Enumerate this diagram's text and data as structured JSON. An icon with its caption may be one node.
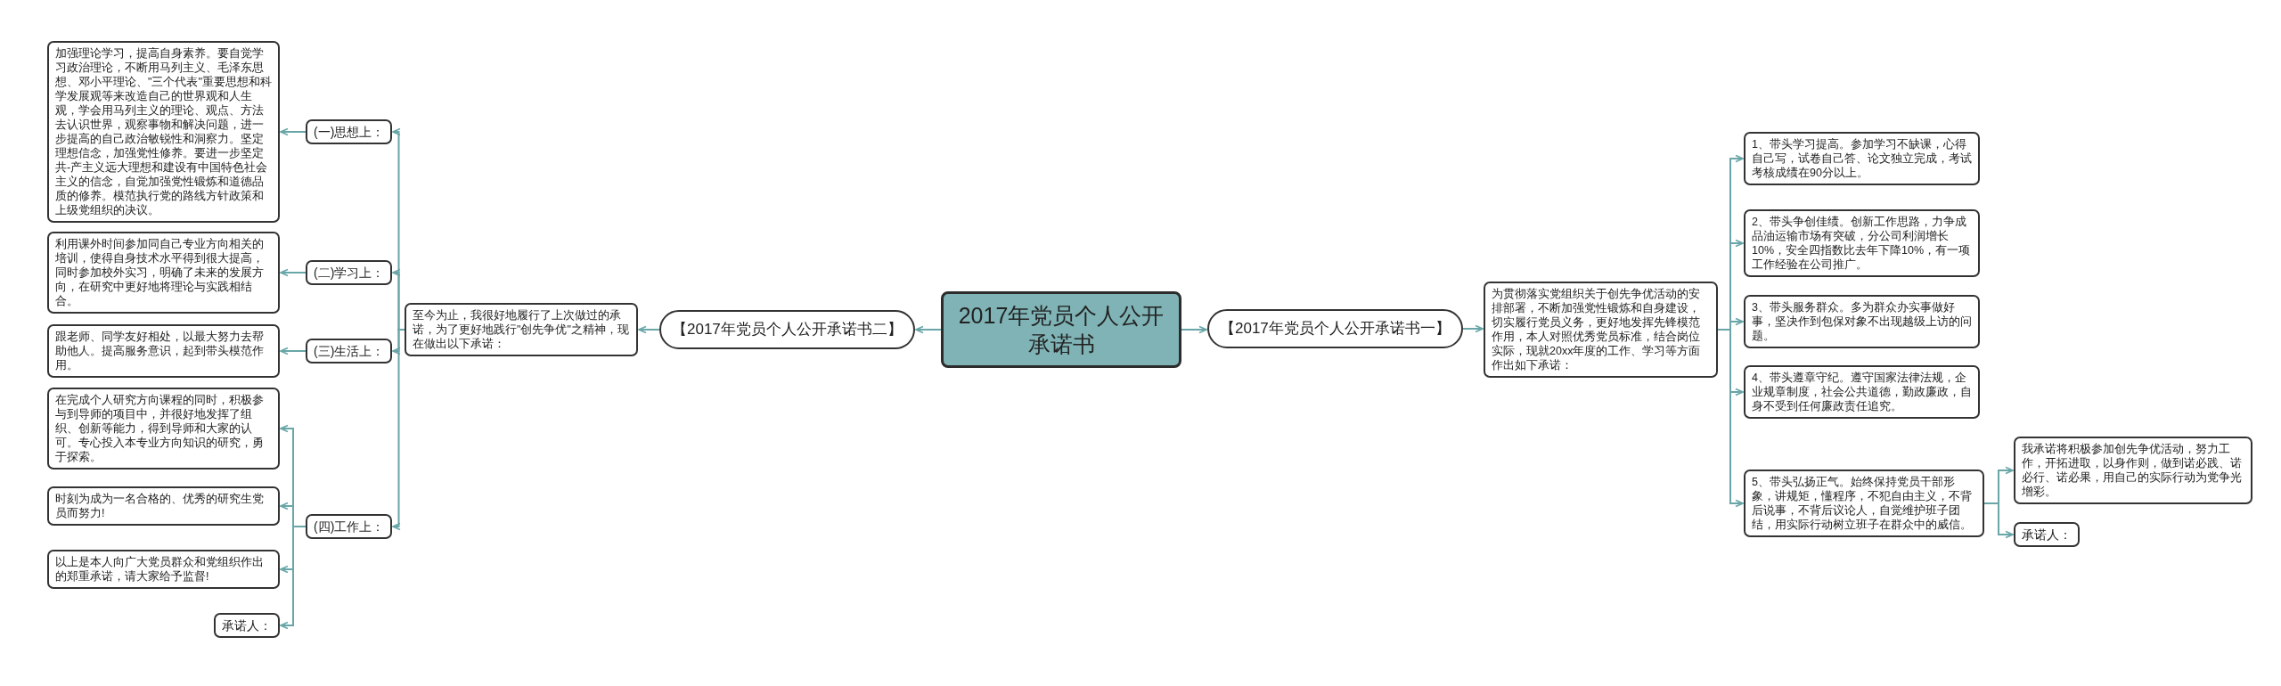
{
  "diagram": {
    "nodes": [
      {
        "text": [
          "2017年党员个人公开承诺书"
        ]
      },
      {
        "text": [
          "【2017年党员个人公开承诺书一】"
        ]
      },
      {
        "text": [
          "为贯彻落实党组织关于创先争优活动的安排部署，不断加强党性锻炼和自身建设，切实履行党员义务，更好地发挥先锋模范作用，本人对照优秀党员标准，结合岗位实际，现就20xx年度的工作、学习等方面作出如下承诺："
        ]
      },
      {
        "text": [
          "1、带头学习提高。参加学习不缺课，心得自己写，试卷自己答、论文独立完成，考试考核成绩在90分以上。"
        ]
      },
      {
        "text": [
          "2、带头争创佳绩。创新工作思路，力争成品油运输市场有突破，分公司利润增长10%，安全四指数比去年下降10%，有一项工作经验在公司推广。"
        ]
      },
      {
        "text": [
          "3、带头服务群众。多为群众办实事做好事，坚决作到包保对象不出现越级上访的问题。"
        ]
      },
      {
        "text": [
          "4、带头遵章守纪。遵守国家法律法规，企业规章制度，社会公共道德，勤政廉政，自身不受到任何廉政责任追究。"
        ]
      },
      {
        "text": [
          "5、带头弘扬正气。始终保持党员干部形象，讲规矩，懂程序，不犯自由主义，不背后说事，不背后议论人，自觉维护班子团结，用实际行动树立班子在群众中的威信。"
        ]
      },
      {
        "text": [
          "我承诺将积极参加创先争优活动，努力工作，开拓进取，以身作则，做到诺必践、诺必行、诺必果，用自己的实际行动为党争光增彩。"
        ]
      },
      {
        "text": [
          "承诺人："
        ]
      },
      {
        "text": [
          "【2017年党员个人公开承诺书二】"
        ]
      },
      {
        "text": [
          "至今为止，我很好地履行了上次做过的承诺，为了更好地践行\"创先争优\"之精神，现在做出以下承诺："
        ]
      },
      {
        "text": [
          "(一)思想上："
        ]
      },
      {
        "text": [
          "加强理论学习，提高自身素养。要自觉学习政治理论，不断用马列主义、毛泽东思想、邓小平理论、\"三个代表\"重要思想和科学发展观等来改造自己的世界观和人生观，学会用马列主义的理论、观点、方法去认识世界，观察事物和解决问题，进一步提高的自己政治敏锐性和洞察力。坚定理想信念，加强党性修养。要进一步坚定共-产主义远大理想和建设有中国特色社会主义的信念，自觉加强党性锻炼和道德品质的修养。模范执行党的路线方针政策和上级党组织的决议。"
        ]
      },
      {
        "text": [
          "(二)学习上："
        ]
      },
      {
        "text": [
          "利用课外时间参加同自己专业方向相关的培训，使得自身技术水平得到很大提高，同时参加校外实习，明确了未来的发展方向，在研究中更好地将理论与实践相结合。"
        ]
      },
      {
        "text": [
          "(三)生活上："
        ]
      },
      {
        "text": [
          "跟老师、同学友好相处，以最大努力去帮助他人。提高服务意识，起到带头模范作用。"
        ]
      },
      {
        "text": [
          "(四)工作上："
        ]
      },
      {
        "text": [
          "在完成个人研究方向课程的同时，积极参与到导师的项目中，并很好地发挥了组织、创新等能力，得到导师和大家的认可。专心投入本专业方向知识的研究，勇于探索。"
        ]
      },
      {
        "text": [
          "时刻为成为一名合格的、优秀的研究生党员而努力!"
        ]
      },
      {
        "text": [
          "以上是本人向广大党员群众和党组织作出的郑重承诺，请大家给予监督!"
        ]
      },
      {
        "text": [
          "承诺人："
        ]
      }
    ],
    "edges": [
      {
        "from": 0,
        "to": 1,
        "arrow": "to"
      },
      {
        "from": 1,
        "to": 2,
        "arrow": "to"
      },
      {
        "from": 2,
        "to": 3,
        "arrow": "to"
      },
      {
        "from": 2,
        "to": 4,
        "arrow": "to"
      },
      {
        "from": 2,
        "to": 5,
        "arrow": "to"
      },
      {
        "from": 2,
        "to": 6,
        "arrow": "to"
      },
      {
        "from": 2,
        "to": 7,
        "arrow": "to"
      },
      {
        "from": 7,
        "to": 8,
        "arrow": "to"
      },
      {
        "from": 7,
        "to": 9,
        "arrow": "to"
      },
      {
        "from": 0,
        "to": 10,
        "arrow": "to"
      },
      {
        "from": 10,
        "to": 11,
        "arrow": "to"
      },
      {
        "from": 11,
        "to": 12,
        "arrow": "to"
      },
      {
        "from": 11,
        "to": 14,
        "arrow": "to"
      },
      {
        "from": 11,
        "to": 16,
        "arrow": "to"
      },
      {
        "from": 11,
        "to": 18,
        "arrow": "to"
      },
      {
        "from": 12,
        "to": 13,
        "arrow": "to"
      },
      {
        "from": 14,
        "to": 15,
        "arrow": "to"
      },
      {
        "from": 16,
        "to": 17,
        "arrow": "to"
      },
      {
        "from": 18,
        "to": 19,
        "arrow": "to"
      },
      {
        "from": 18,
        "to": 20,
        "arrow": "to"
      },
      {
        "from": 18,
        "to": 21,
        "arrow": "to"
      },
      {
        "from": 18,
        "to": 22,
        "arrow": "to"
      }
    ]
  }
}
